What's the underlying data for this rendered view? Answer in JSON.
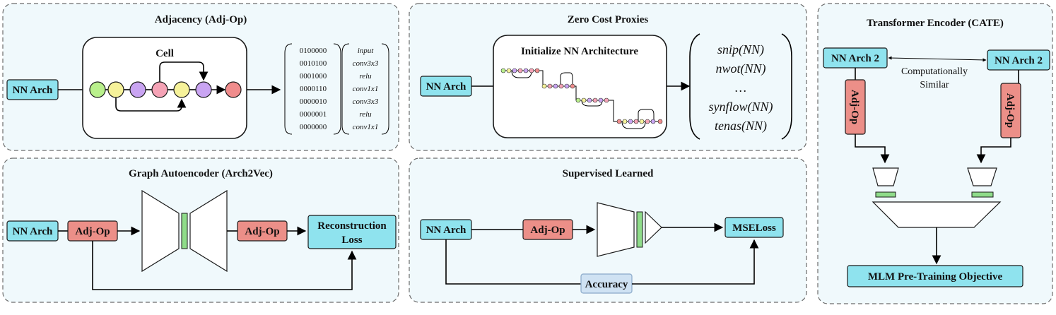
{
  "panels": {
    "adjacency": {
      "title": "Adjacency (Adj-Op)",
      "nn_arch": "NN Arch",
      "cell_label": "Cell",
      "matrix_rows": [
        "0100000",
        "0010100",
        "0001000",
        "0000110",
        "0000010",
        "0000001",
        "0000000"
      ],
      "op_rows": [
        "input",
        "conv3x3",
        "relu",
        "conv1x1",
        "conv3x3",
        "relu",
        "conv1x1"
      ]
    },
    "zero_cost": {
      "title": "Zero Cost Proxies",
      "nn_arch": "NN Arch",
      "init_label": "Initialize NN Architecture",
      "proxies": [
        "snip(NN)",
        "nwot(NN)",
        "…",
        "synflow(NN)",
        "tenas(NN)"
      ]
    },
    "transformer": {
      "title": "Transformer Encoder (CATE)",
      "arch_left": "NN Arch 2",
      "arch_right": "NN Arch 2",
      "similar_line1": "Computationally",
      "similar_line2": "Similar",
      "adjop_left": "Adj-Op",
      "adjop_right": "Adj-Op",
      "objective": "MLM Pre-Training Objective"
    },
    "graph_ae": {
      "title": "Graph Autoencoder (Arch2Vec)",
      "nn_arch": "NN Arch",
      "adjop_in": "Adj-Op",
      "adjop_out": "Adj-Op",
      "recon_line1": "Reconstruction",
      "recon_line2": "Loss"
    },
    "supervised": {
      "title": "Supervised Learned",
      "nn_arch": "NN Arch",
      "adjop": "Adj-Op",
      "loss": "MSELoss",
      "accuracy": "Accuracy"
    }
  },
  "colors": {
    "panel_bg": "#f0f9fc",
    "arch_box": "#8fe3ee",
    "adjop_box": "#ec8f88",
    "accuracy_box": "#cfe2f3",
    "latent_bar": "#8fdc8a",
    "node_green": "#b9f08c",
    "node_yellow": "#f6f29a",
    "node_purple": "#c9a4f2",
    "node_pink": "#f5a3b6",
    "node_red": "#f08c8c"
  }
}
